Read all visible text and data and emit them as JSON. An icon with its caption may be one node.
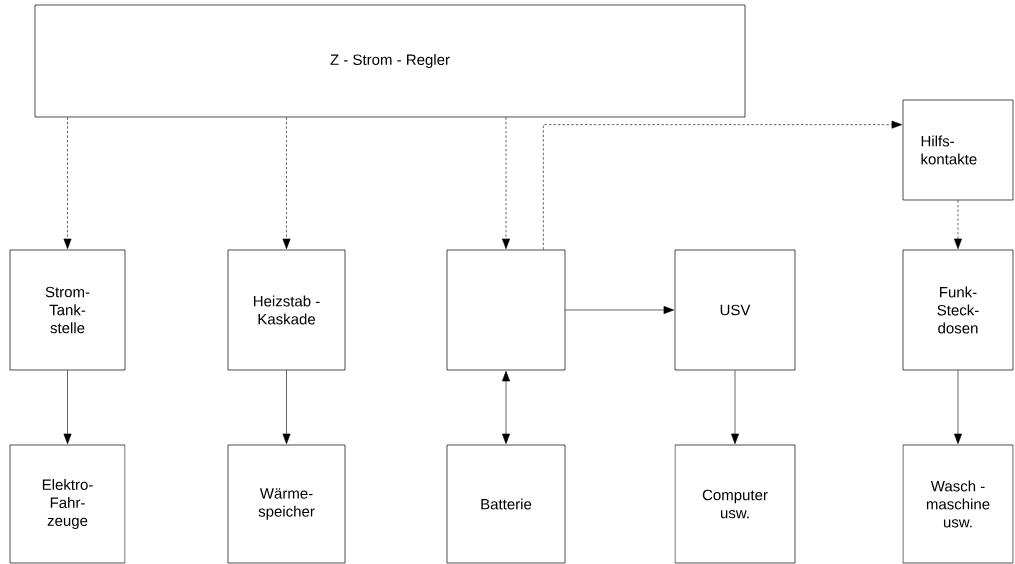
{
  "diagram": {
    "nodes": [
      {
        "text": [
          "Z - Strom - Regler"
        ]
      },
      {
        "text": [
          "Hilfs- kontakte"
        ]
      },
      {
        "text": [
          "Strom- Tank- stelle"
        ]
      },
      {
        "text": [
          "Heizstab - Kaskade"
        ]
      },
      {
        "text": [],
        "shape": "box"
      },
      {
        "text": [
          "USV"
        ]
      },
      {
        "text": [
          "Funk- Steck- dosen"
        ]
      },
      {
        "text": [
          "Elektro- Fahr- zeuge"
        ]
      },
      {
        "text": [
          "Wärme- speicher"
        ]
      },
      {
        "text": [
          "Batterie"
        ]
      },
      {
        "text": [
          "Computer usw."
        ]
      },
      {
        "text": [
          "Wasch - maschine usw."
        ]
      }
    ],
    "edges": [
      {
        "from": 0,
        "to": 2,
        "arrow": "to",
        "style": "dashed"
      },
      {
        "from": 0,
        "to": 3,
        "arrow": "to",
        "style": "dashed"
      },
      {
        "from": 0,
        "to": 4,
        "arrow": "to",
        "style": "dashed"
      },
      {
        "from": 4,
        "to": 1,
        "arrow": "to",
        "style": "dashed"
      },
      {
        "from": 1,
        "to": 6,
        "arrow": "to",
        "style": "dashed"
      },
      {
        "from": 4,
        "to": 5,
        "arrow": "to"
      },
      {
        "from": 2,
        "to": 7,
        "arrow": "to"
      },
      {
        "from": 3,
        "to": 8,
        "arrow": "to"
      },
      {
        "from": 4,
        "to": 9,
        "arrow": "both"
      },
      {
        "from": 5,
        "to": 10,
        "arrow": "to"
      },
      {
        "from": 6,
        "to": 11,
        "arrow": "to"
      }
    ]
  }
}
